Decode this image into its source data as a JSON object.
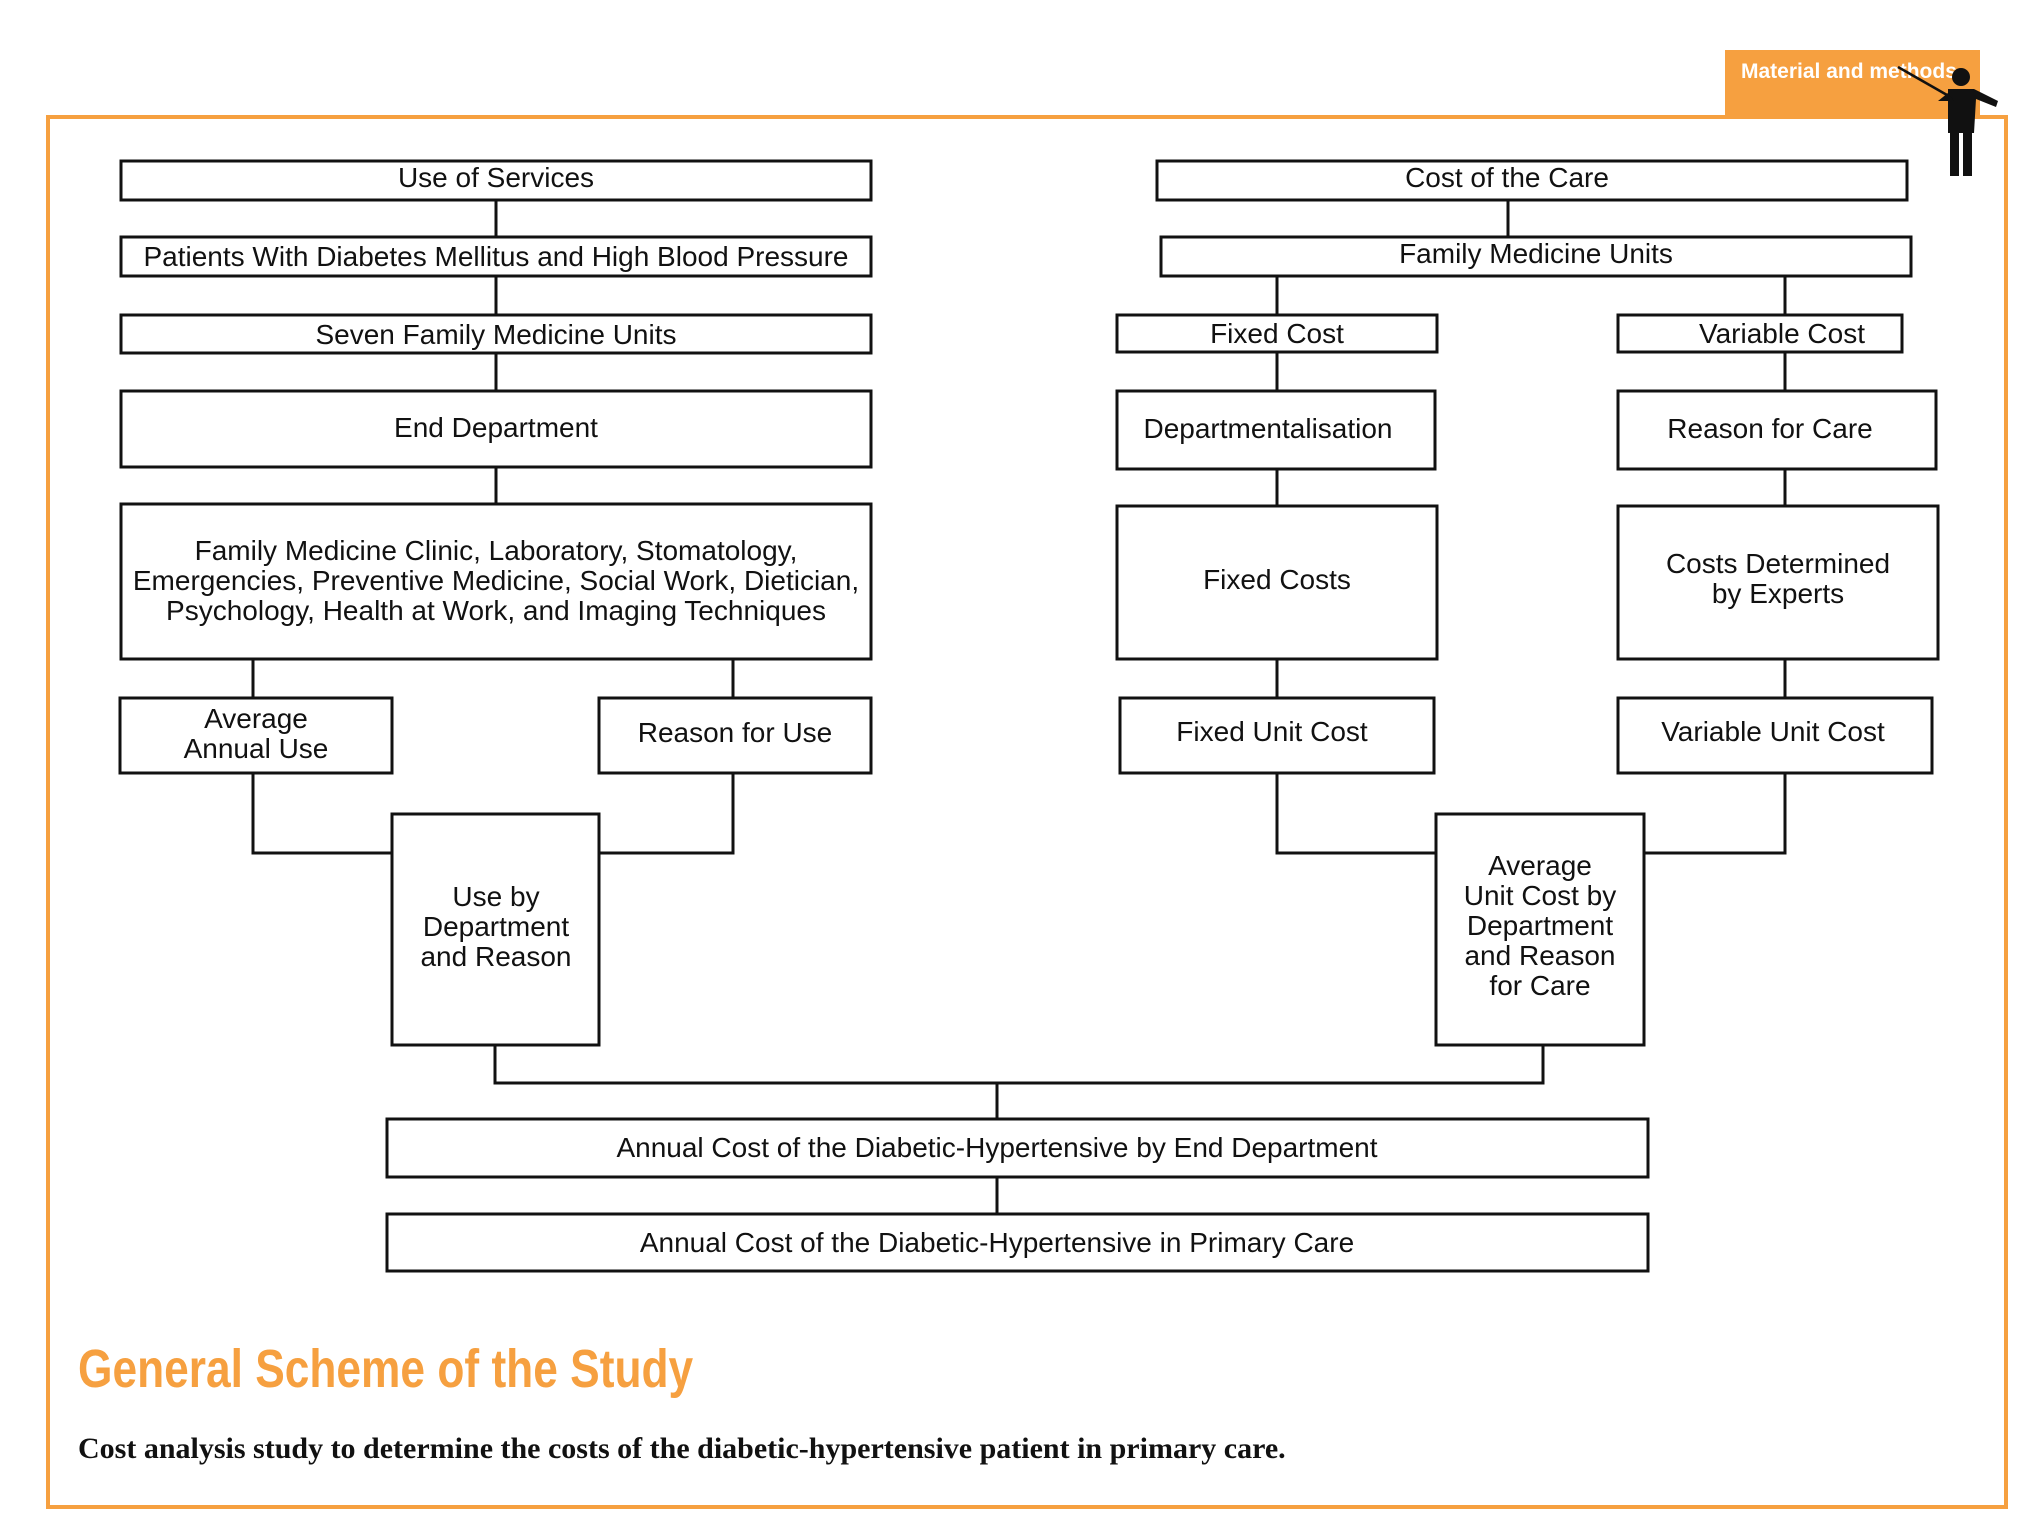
{
  "section_tag": "Material and methods",
  "colors": {
    "accent": "#f6a040",
    "line": "#111111"
  },
  "icon": "presenter-with-pointer-icon",
  "left_branch": {
    "use_of_services": "Use of Services",
    "patients": "Patients With Diabetes Mellitus and High Blood Pressure",
    "units": "Seven Family Medicine Units",
    "end_department": "End Department",
    "departments": [
      "Family Medicine Clinic, Laboratory, Stomatology,",
      "Emergencies, Preventive Medicine, Social Work, Dietician,",
      "Psychology, Health at Work, and Imaging Techniques"
    ],
    "average_annual_use": [
      "Average",
      "Annual Use"
    ],
    "reason_for_use": "Reason for Use",
    "use_by_department": [
      "Use by",
      "Department",
      "and Reason"
    ]
  },
  "right_branch": {
    "cost_of_care": "Cost of the Care",
    "family_units": "Family Medicine Units",
    "fixed_cost": "Fixed Cost",
    "variable_cost": "Variable Cost",
    "departmentalisation": "Departmentalisation",
    "reason_for_care": "Reason for Care",
    "fixed_costs": "Fixed Costs",
    "costs_by_experts": [
      "Costs Determined",
      "by Experts"
    ],
    "fixed_unit_cost": "Fixed Unit Cost",
    "variable_unit_cost": "Variable Unit Cost",
    "average_unit_cost": [
      "Average",
      "Unit Cost by",
      "Department",
      "and Reason",
      "for Care"
    ]
  },
  "bottom": {
    "annual_by_department": "Annual Cost of the Diabetic-Hypertensive by End Department",
    "annual_primary_care": "Annual Cost of the Diabetic-Hypertensive in Primary Care"
  },
  "title": "General Scheme of the Study",
  "caption": "Cost analysis study to determine the costs of the diabetic-hypertensive patient in primary care."
}
